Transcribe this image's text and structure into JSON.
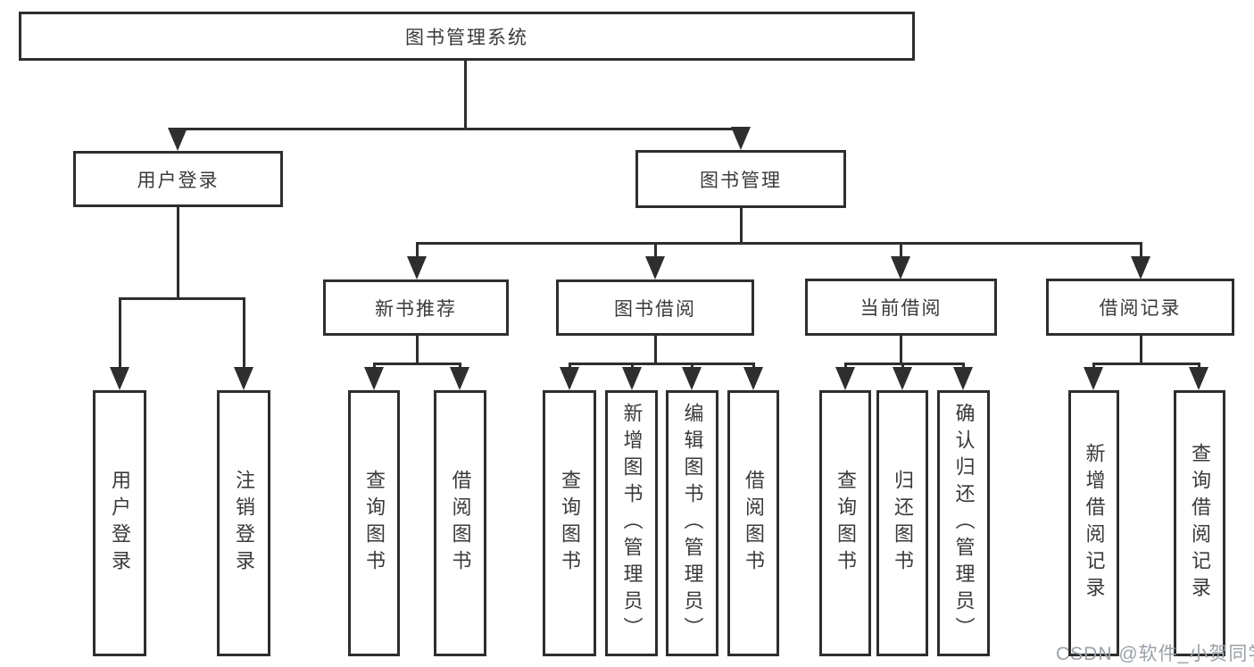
{
  "colors": {
    "line": "#2e2e2e",
    "text": "#3a3a3a",
    "watermark": "#9aa1a8",
    "background": "#ffffff"
  },
  "watermark": {
    "text": "CSDN @软件_小贺同学"
  },
  "tree": {
    "label": "图书管理系统",
    "children": [
      {
        "label": "用户登录",
        "children": [
          {
            "label": "用户登录"
          },
          {
            "label": "注销登录"
          }
        ]
      },
      {
        "label": "图书管理",
        "children": [
          {
            "label": "新书推荐",
            "children": [
              {
                "label": "查询图书"
              },
              {
                "label": "借阅图书"
              }
            ]
          },
          {
            "label": "图书借阅",
            "children": [
              {
                "label": "查询图书"
              },
              {
                "label": "新增图书（管理员）"
              },
              {
                "label": "编辑图书（管理员）"
              },
              {
                "label": "借阅图书"
              }
            ]
          },
          {
            "label": "当前借阅",
            "children": [
              {
                "label": "查询图书"
              },
              {
                "label": "归还图书"
              },
              {
                "label": "确认归还（管理员）"
              }
            ]
          },
          {
            "label": "借阅记录",
            "children": [
              {
                "label": "新增借阅记录"
              },
              {
                "label": "查询借阅记录"
              }
            ]
          }
        ]
      }
    ]
  }
}
